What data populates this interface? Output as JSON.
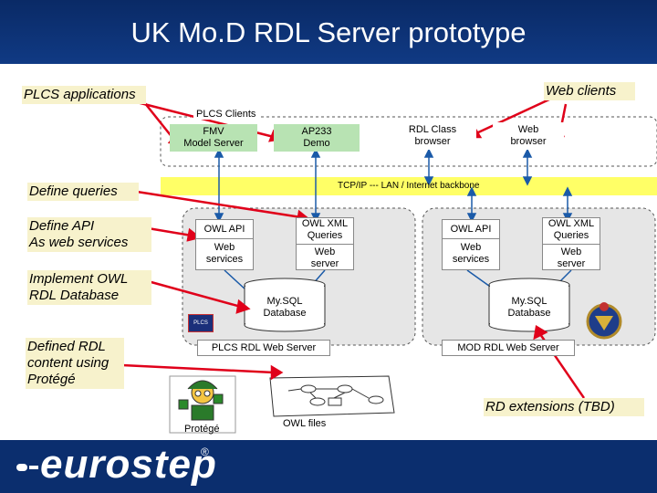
{
  "title": "UK Mo.D RDL Server prototype",
  "notes": {
    "plcs_applications": "PLCS applications",
    "web_clients": "Web clients",
    "define_queries": "Define queries",
    "define_api_line1": "Define API",
    "define_api_line2": "As web services",
    "implement_line1": "Implement OWL",
    "implement_line2": "RDL  Database",
    "defined_line1": "Defined RDL",
    "defined_line2": "content using",
    "defined_line3": "Protégé",
    "rd_extensions": "RD extensions (TBD)"
  },
  "clients": {
    "group_label": "PLCS Clients",
    "fmv_line1": "FMV",
    "fmv_line2": "Model Server",
    "ap233_line1": "AP233",
    "ap233_line2": "Demo",
    "rdl_class_line1": "RDL Class",
    "rdl_class_line2": "browser",
    "web_browser_line1": "Web",
    "web_browser_line2": "browser"
  },
  "backbone_label": "TCP/IP --- LAN / Internet backbone",
  "plcs_server": {
    "owl_api": "OWL API",
    "ws_line1": "Web",
    "ws_line2": "services",
    "owl_xml_line1": "OWL XML",
    "owl_xml_line2": "Queries",
    "web_server_line1": "Web",
    "web_server_line2": "server",
    "db_line1": "My.SQL",
    "db_line2": "Database",
    "name": "PLCS RDL Web Server",
    "badge": "PLCS"
  },
  "mod_server": {
    "owl_api": "OWL API",
    "ws_line1": "Web",
    "ws_line2": "services",
    "owl_xml_line1": "OWL XML",
    "owl_xml_line2": "Queries",
    "web_server_line1": "Web",
    "web_server_line2": "server",
    "db_line1": "My.SQL",
    "db_line2": "Database",
    "name": "MOD RDL Web Server"
  },
  "protege_label": "Protégé",
  "owl_files_label": "OWL files",
  "logo": {
    "text": "eurostep",
    "reg": "®"
  },
  "colors": {
    "title_bg": "#0b2e6e",
    "note_bg": "#f7f2cc",
    "client_green": "#b8e3b3",
    "backbone_yellow": "#ffff66",
    "arrow_red": "#e0001a",
    "link_blue": "#1a5aa8"
  }
}
